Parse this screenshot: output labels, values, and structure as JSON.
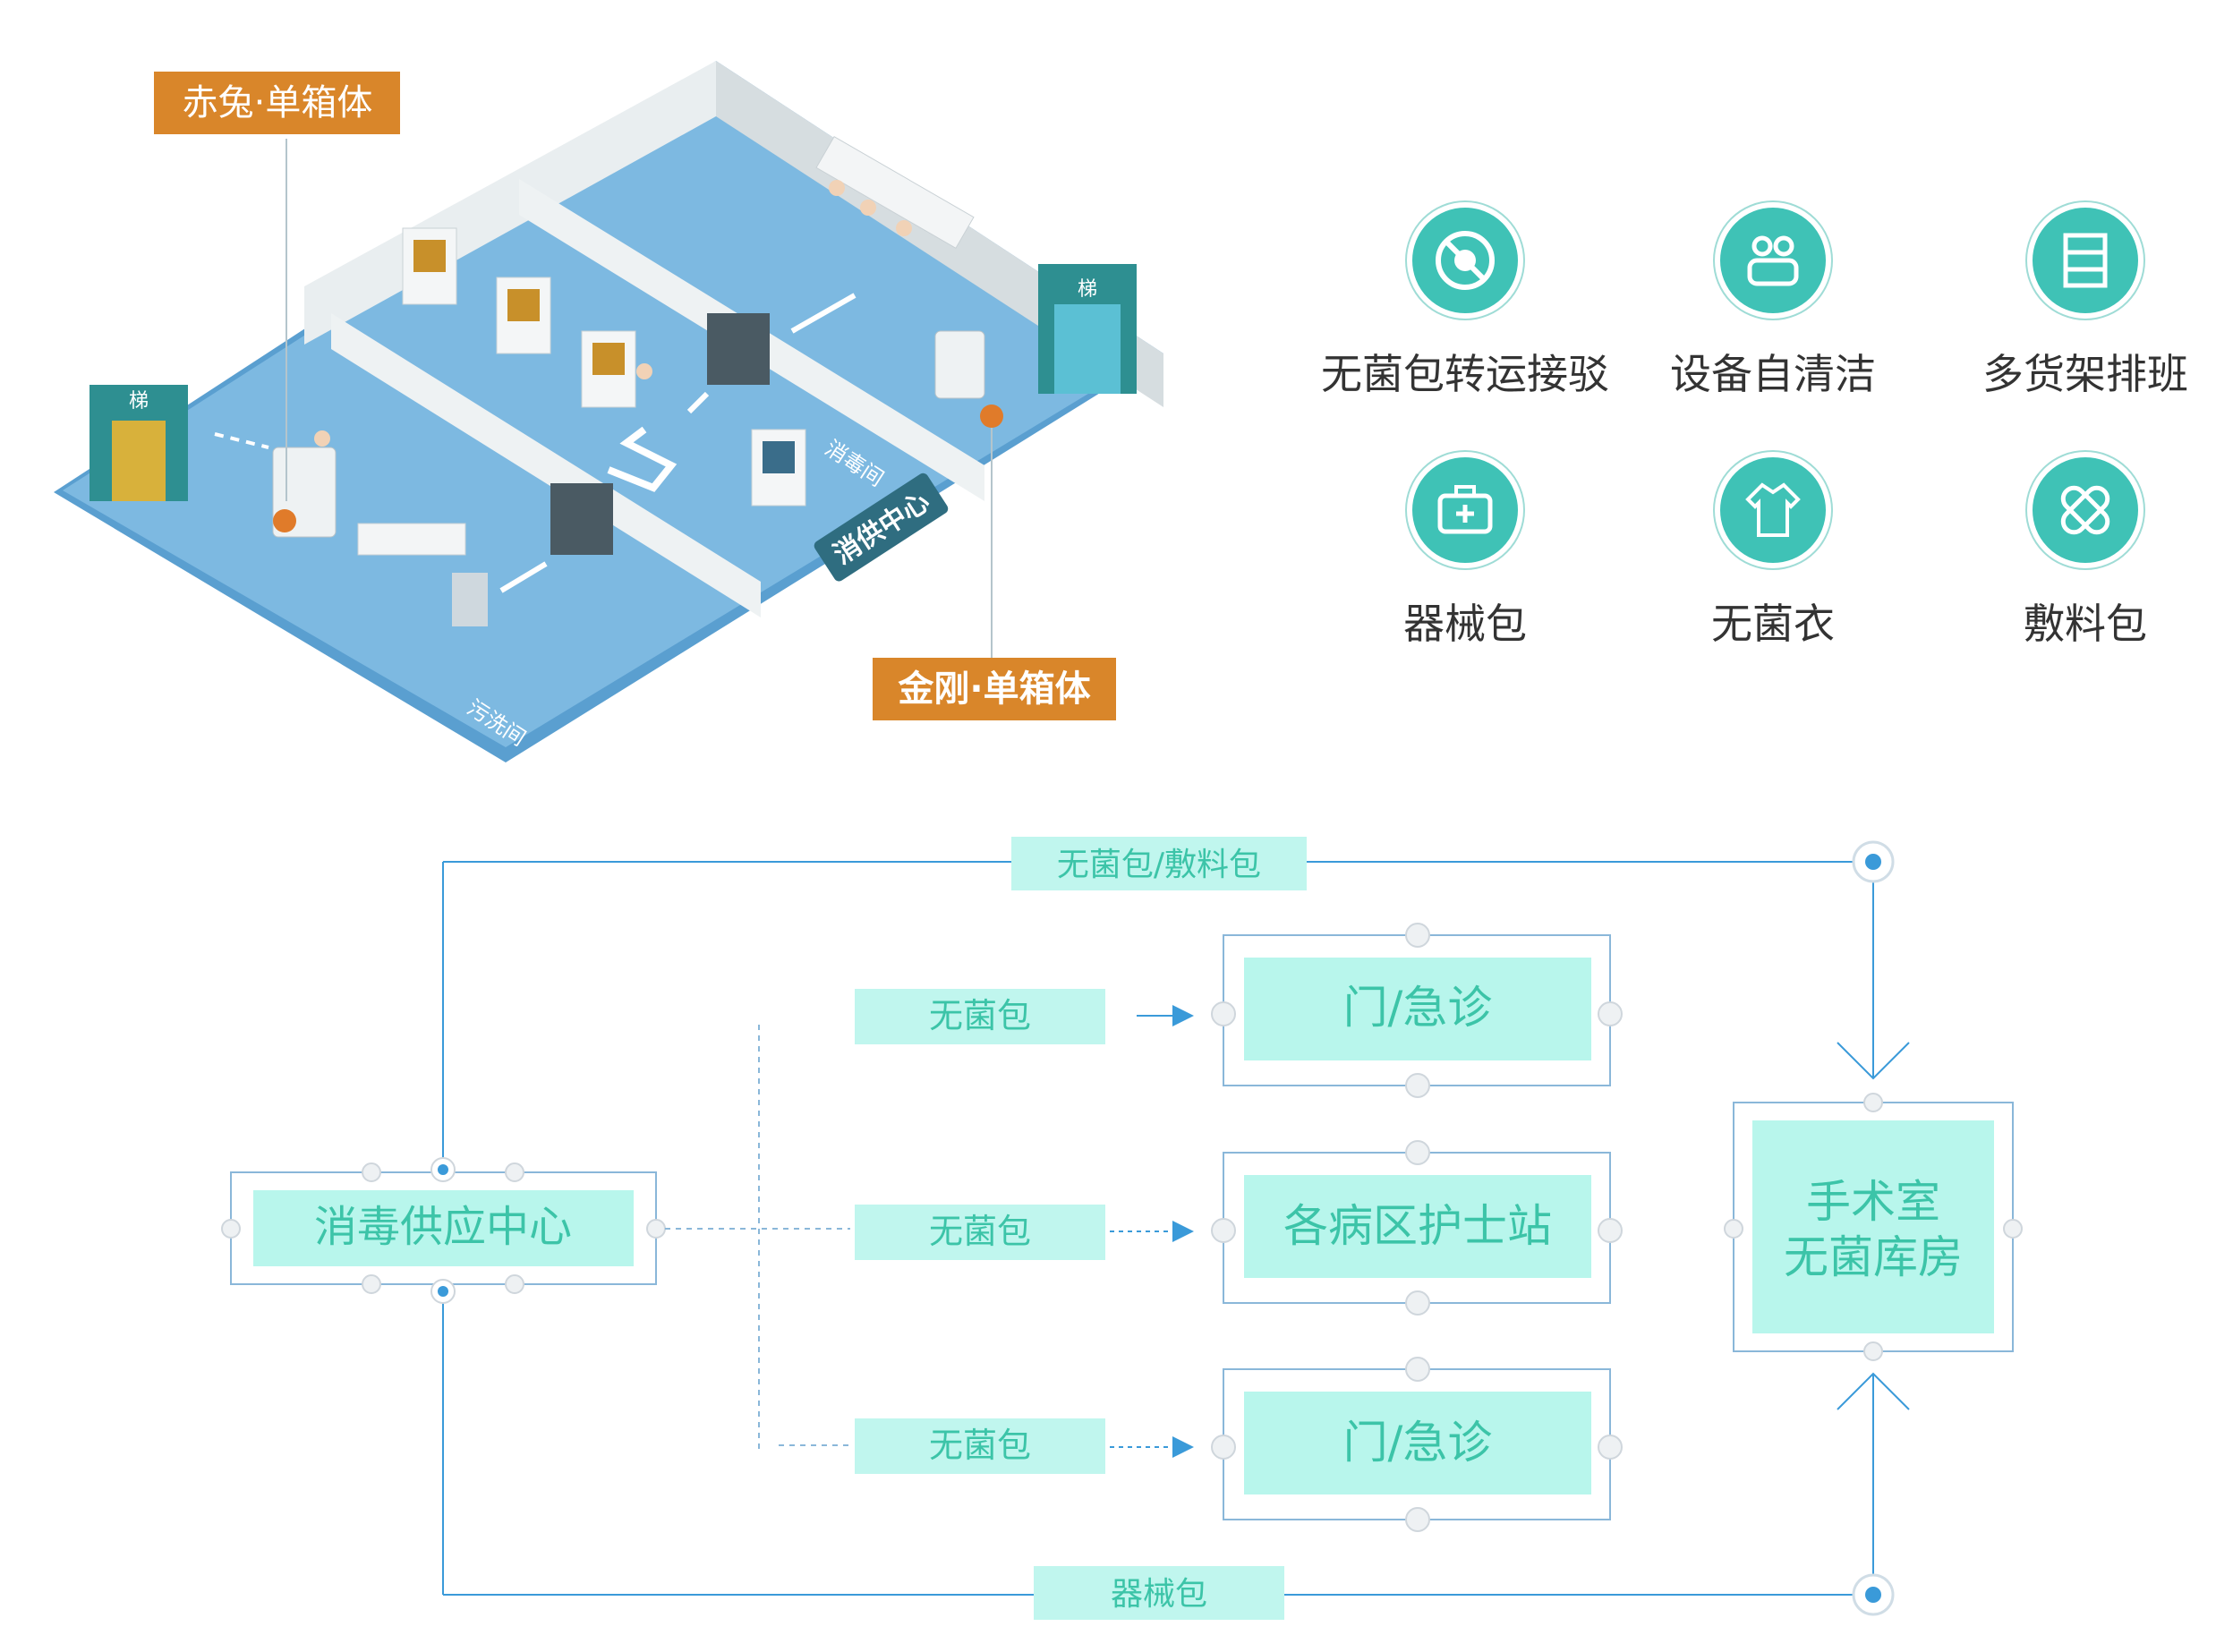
{
  "scene": {
    "callout_top": "赤兔·单箱体",
    "callout_bottom": "金刚·单箱体",
    "room_sign": "消供中心",
    "area_labels": [
      "污洗间",
      "消毒间"
    ],
    "lift_left": "梯",
    "lift_right": "梯"
  },
  "features": [
    {
      "label": "无菌包转运接驳",
      "icon": "no-germ-icon"
    },
    {
      "label": "设备自清洁",
      "icon": "people-wash-icon"
    },
    {
      "label": "多货架排班",
      "icon": "shelf-icon"
    },
    {
      "label": "器械包",
      "icon": "medical-kit-icon"
    },
    {
      "label": "无菌衣",
      "icon": "gown-icon"
    },
    {
      "label": "敷料包",
      "icon": "bandage-icon"
    }
  ],
  "flow": {
    "source": "消毒供应中心",
    "top_edge_label": "无菌包/敷料包",
    "bottom_edge_label": "器械包",
    "branches": [
      {
        "label": "无菌包",
        "target": "门/急诊"
      },
      {
        "label": "无菌包",
        "target": "各病区护士站"
      },
      {
        "label": "无菌包",
        "target": "门/急诊"
      }
    ],
    "destination_line1": "手术室",
    "destination_line2": "无菌库房"
  },
  "colors": {
    "accent_orange": "#d98a25",
    "teal": "#3fc2b6",
    "flow_line": "#3a9ad9",
    "box_fill": "#b8f6ec",
    "box_text": "#3cc4a8",
    "floor": "#7cb8e0"
  }
}
